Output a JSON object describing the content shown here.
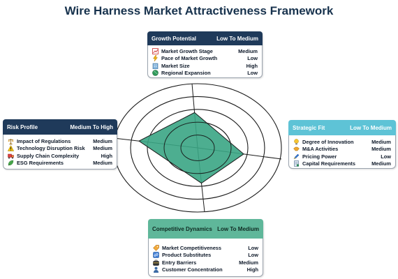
{
  "title": "Wire Harness Market Attractiveness Framework",
  "cards": {
    "growth": {
      "header": "Growth Potential",
      "rating": "Low To Medium",
      "items": [
        {
          "label": "Market Growth Stage",
          "value": "Medium",
          "icon": "chart-icon"
        },
        {
          "label": "Pace of Market Growth",
          "value": "Low",
          "icon": "lightning-icon"
        },
        {
          "label": "Market Size",
          "value": "High",
          "icon": "building-icon"
        },
        {
          "label": "Regional Expansion",
          "value": "Low",
          "icon": "globe-icon"
        }
      ]
    },
    "strategic": {
      "header": "Strategic Fit",
      "rating": "Low To Medium",
      "items": [
        {
          "label": "Degree of Innovation",
          "value": "Medium",
          "icon": "lightbulb-icon"
        },
        {
          "label": "M&A Activities",
          "value": "Medium",
          "icon": "handshake-icon"
        },
        {
          "label": "Pricing Power",
          "value": "Low",
          "icon": "pen-icon"
        },
        {
          "label": "Capital Requirements",
          "value": "Medium",
          "icon": "document-icon"
        }
      ]
    },
    "risk": {
      "header": "Risk Profile",
      "rating": "Medium To High",
      "items": [
        {
          "label": "Impact of Regulations",
          "value": "Medium",
          "icon": "scales-icon"
        },
        {
          "label": "Technology Disruption Risk",
          "value": "Medium",
          "icon": "warning-icon"
        },
        {
          "label": "Supply Chain Complexity",
          "value": "High",
          "icon": "truck-icon"
        },
        {
          "label": "ESG Requirements",
          "value": "Medium",
          "icon": "leaf-icon"
        }
      ]
    },
    "competitive": {
      "header": "Competitive Dynamics",
      "rating": "Low To Medium",
      "items": [
        {
          "label": "Market Competitiveness",
          "value": "Low",
          "icon": "tag-icon"
        },
        {
          "label": "Product Substitutes",
          "value": "Low",
          "icon": "swap-icon"
        },
        {
          "label": "Entry Barriers",
          "value": "Medium",
          "icon": "briefcase-icon"
        },
        {
          "label": "Customer Concentration",
          "value": "High",
          "icon": "person-icon"
        }
      ]
    }
  },
  "radar": {
    "levels": 5,
    "axes": [
      "Growth Potential",
      "Strategic Fit",
      "Competitive Dynamics",
      "Risk Profile"
    ],
    "scores": [
      0.55,
      0.55,
      0.55,
      0.7
    ],
    "fill_color": "#3aa584",
    "line_color": "#1a1a1a"
  }
}
